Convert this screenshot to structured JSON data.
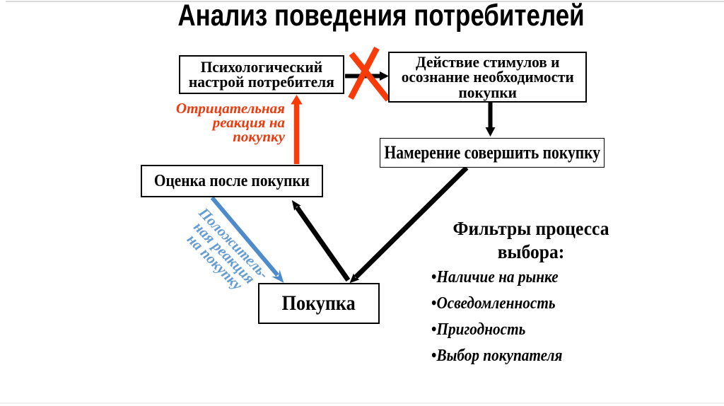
{
  "title": "Анализ поведения потребителей",
  "colors": {
    "red": "#f83b08",
    "blue_arrow": "#4e8bca",
    "blue_text": "#659cd3",
    "black": "#000000"
  },
  "boxes": {
    "psych": {
      "text": "Психологический\nнастрой потребителя"
    },
    "stimulus": {
      "text": "Действие стимулов и\nосознание необходимости\nпокупки"
    },
    "intent": {
      "text": "Намерение совершить покупку"
    },
    "evaluation": {
      "text": "Оценка после покупки"
    },
    "purchase": {
      "text": "Покупка"
    }
  },
  "labels": {
    "negative_reaction": {
      "text": "Отрицательная\nреакция на\nпокупку"
    },
    "positive_reaction": {
      "text": "Положитель-\nная реакция\nна покупку"
    }
  },
  "filters": {
    "heading": "Фильтры процесса\nвыбора:",
    "bullet": "•",
    "items": [
      "Наличие на рынке",
      "Осведомленность",
      "Пригодность",
      "Выбор покупателя"
    ]
  }
}
